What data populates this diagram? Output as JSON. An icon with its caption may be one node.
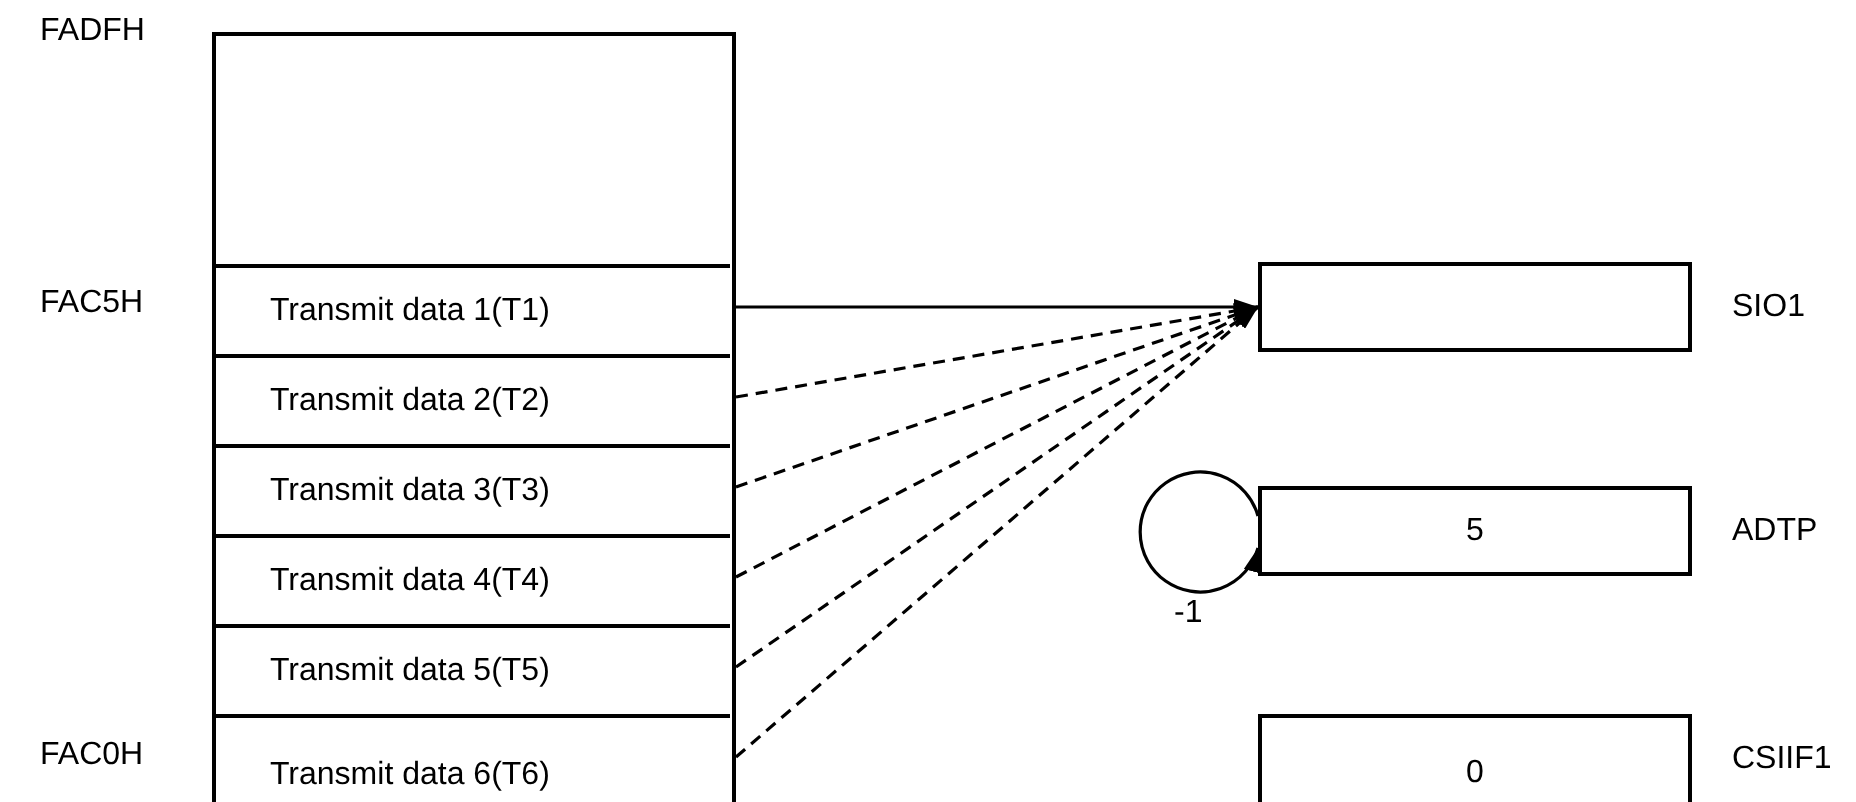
{
  "diagram": {
    "nodes": [
      {
        "text": [],
        "shape": "box"
      },
      {
        "text": [
          "Transmit data 1(T1)"
        ],
        "in": 0
      },
      {
        "text": [
          "Transmit data 2(T2)"
        ],
        "in": 0
      },
      {
        "text": [
          "Transmit data 3(T3)"
        ],
        "in": 0
      },
      {
        "text": [
          "Transmit data 4(T4)"
        ],
        "in": 0
      },
      {
        "text": [
          "Transmit data 5(T5)"
        ],
        "in": 0
      },
      {
        "text": [
          "Transmit data 6(T6)"
        ],
        "in": 0
      },
      {
        "text": [],
        "shape": "box",
        "beside": [
          "SIO1"
        ]
      },
      {
        "text": [
          "5"
        ],
        "beside": [
          "ADTP"
        ]
      },
      {
        "text": [
          "0"
        ],
        "beside": [
          "CSIIF1"
        ]
      }
    ],
    "edges": [
      {
        "from": 1,
        "to": 7,
        "arrow": "to"
      },
      {
        "from": 2,
        "to": 7,
        "arrow": "to",
        "style": "dashed"
      },
      {
        "from": 3,
        "to": 7,
        "arrow": "to",
        "style": "dashed"
      },
      {
        "from": 4,
        "to": 7,
        "arrow": "to",
        "style": "dashed"
      },
      {
        "from": 5,
        "to": 7,
        "arrow": "to",
        "style": "dashed"
      },
      {
        "from": 6,
        "to": 7,
        "arrow": "to",
        "style": "dashed"
      },
      {
        "from": 8,
        "to": 8,
        "arrow": "to",
        "label": "-1"
      }
    ],
    "labels": [
      "FADFH",
      "FAC5H",
      "FAC0H"
    ]
  }
}
